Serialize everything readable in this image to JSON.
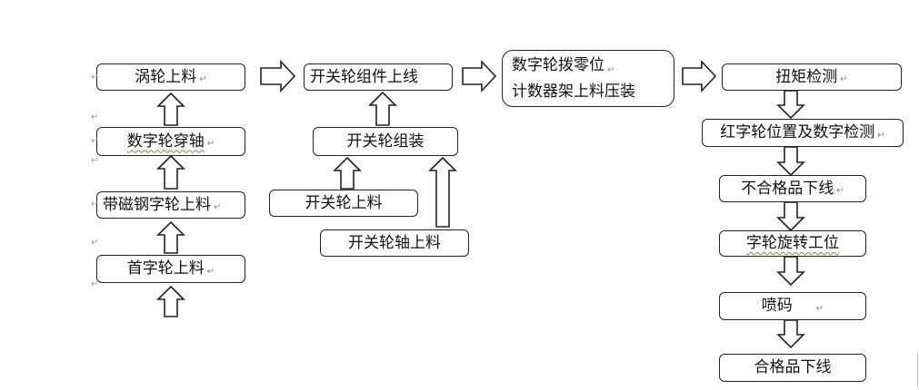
{
  "nodes": {
    "woolun": "涡轮上料",
    "shuzilun_chuanzhou": "数字轮穿轴",
    "cigang": "带磁钢字轮上料",
    "shouzilun": "首字轮上料",
    "kaiguanlun_zujian": "开关轮组件上线",
    "kaiguanlun_zuzhuang": "开关轮组装",
    "kaiguanlun_shangliao": "开关轮上料",
    "kaiguanlunzhou": "开关轮轴上料",
    "boling_line1": "数字轮拨零位",
    "boling_line2": "计数器架上料压装",
    "niuju": "扭矩检测",
    "hongzilun": "红字轮位置及数字检测",
    "buhege": "不合格品下线",
    "zilun_xuanzhuan": "字轮旋转工位",
    "penma": "喷码",
    "hege": "合格品下线"
  },
  "marks": {
    "return": "↵"
  }
}
